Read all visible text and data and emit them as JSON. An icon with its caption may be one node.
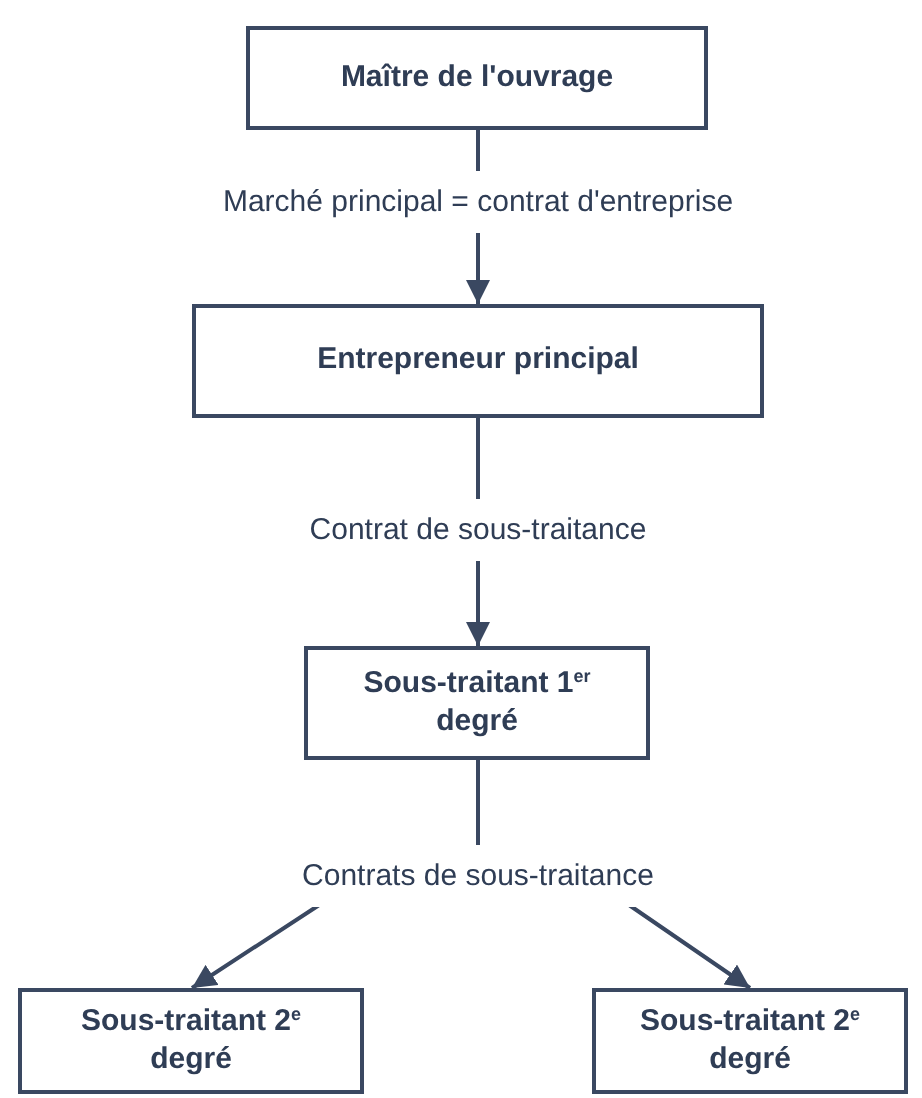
{
  "diagram": {
    "nodes": [
      {
        "text": [
          "Maître de l'ouvrage"
        ]
      },
      {
        "text": [
          "Entrepreneur principal"
        ]
      },
      {
        "text": [
          "Sous-traitant 1$^{er}$ degré"
        ]
      },
      {
        "text": [
          "Sous-traitant 2$^{e}$ degré"
        ]
      },
      {
        "text": [
          "Sous-traitant 2$^{e}$ degré"
        ]
      }
    ],
    "edges": [
      {
        "from": 0,
        "to": 1,
        "arrow": "to",
        "label": "Marché principal = contrat d'entreprise"
      },
      {
        "from": 1,
        "to": 2,
        "arrow": "to",
        "label": "Contrat de sous-traitance"
      },
      {
        "from": 2,
        "to": 3,
        "arrow": "to",
        "label": "Contrats de sous-traitance"
      },
      {
        "from": 2,
        "to": 4,
        "arrow": "to"
      }
    ]
  }
}
